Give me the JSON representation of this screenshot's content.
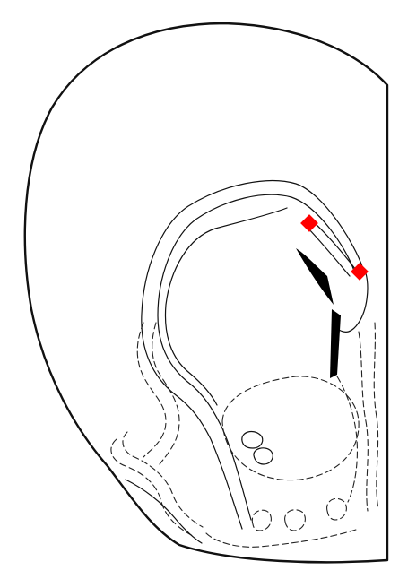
{
  "figure": {
    "description_kind": "brain coronal section atlas outline",
    "line_color": "#111111",
    "marker_color": "#ff0000",
    "background_color": "#ffffff",
    "markers": [
      {
        "name": "injection-site-marker-upper",
        "shape": "square"
      },
      {
        "name": "injection-site-marker-lower",
        "shape": "square"
      }
    ]
  }
}
